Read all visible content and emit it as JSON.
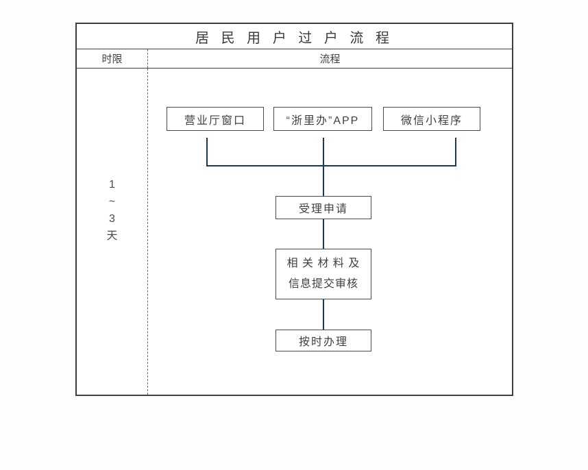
{
  "colors": {
    "outer_border": "#3c3c3c",
    "box_border": "#4a4a4a",
    "text": "#3f3f3f",
    "connector": "#17375e",
    "dashed_divider": "#666666",
    "background": "#ffffff"
  },
  "table": {
    "title": "居 民 用 户 过 户 流 程",
    "header": {
      "time_limit": "时限",
      "process": "流程"
    },
    "time_limit": {
      "lines": [
        "1",
        "~",
        "3",
        "天"
      ]
    },
    "flow": {
      "channels": [
        "营业厅窗口",
        "“浙里办”APP",
        "微信小程序"
      ],
      "steps": {
        "accept": "受理申请",
        "review_line1": "相 关 材 料 及",
        "review_line2": "信息提交审核",
        "handle": "按时办理"
      }
    }
  }
}
